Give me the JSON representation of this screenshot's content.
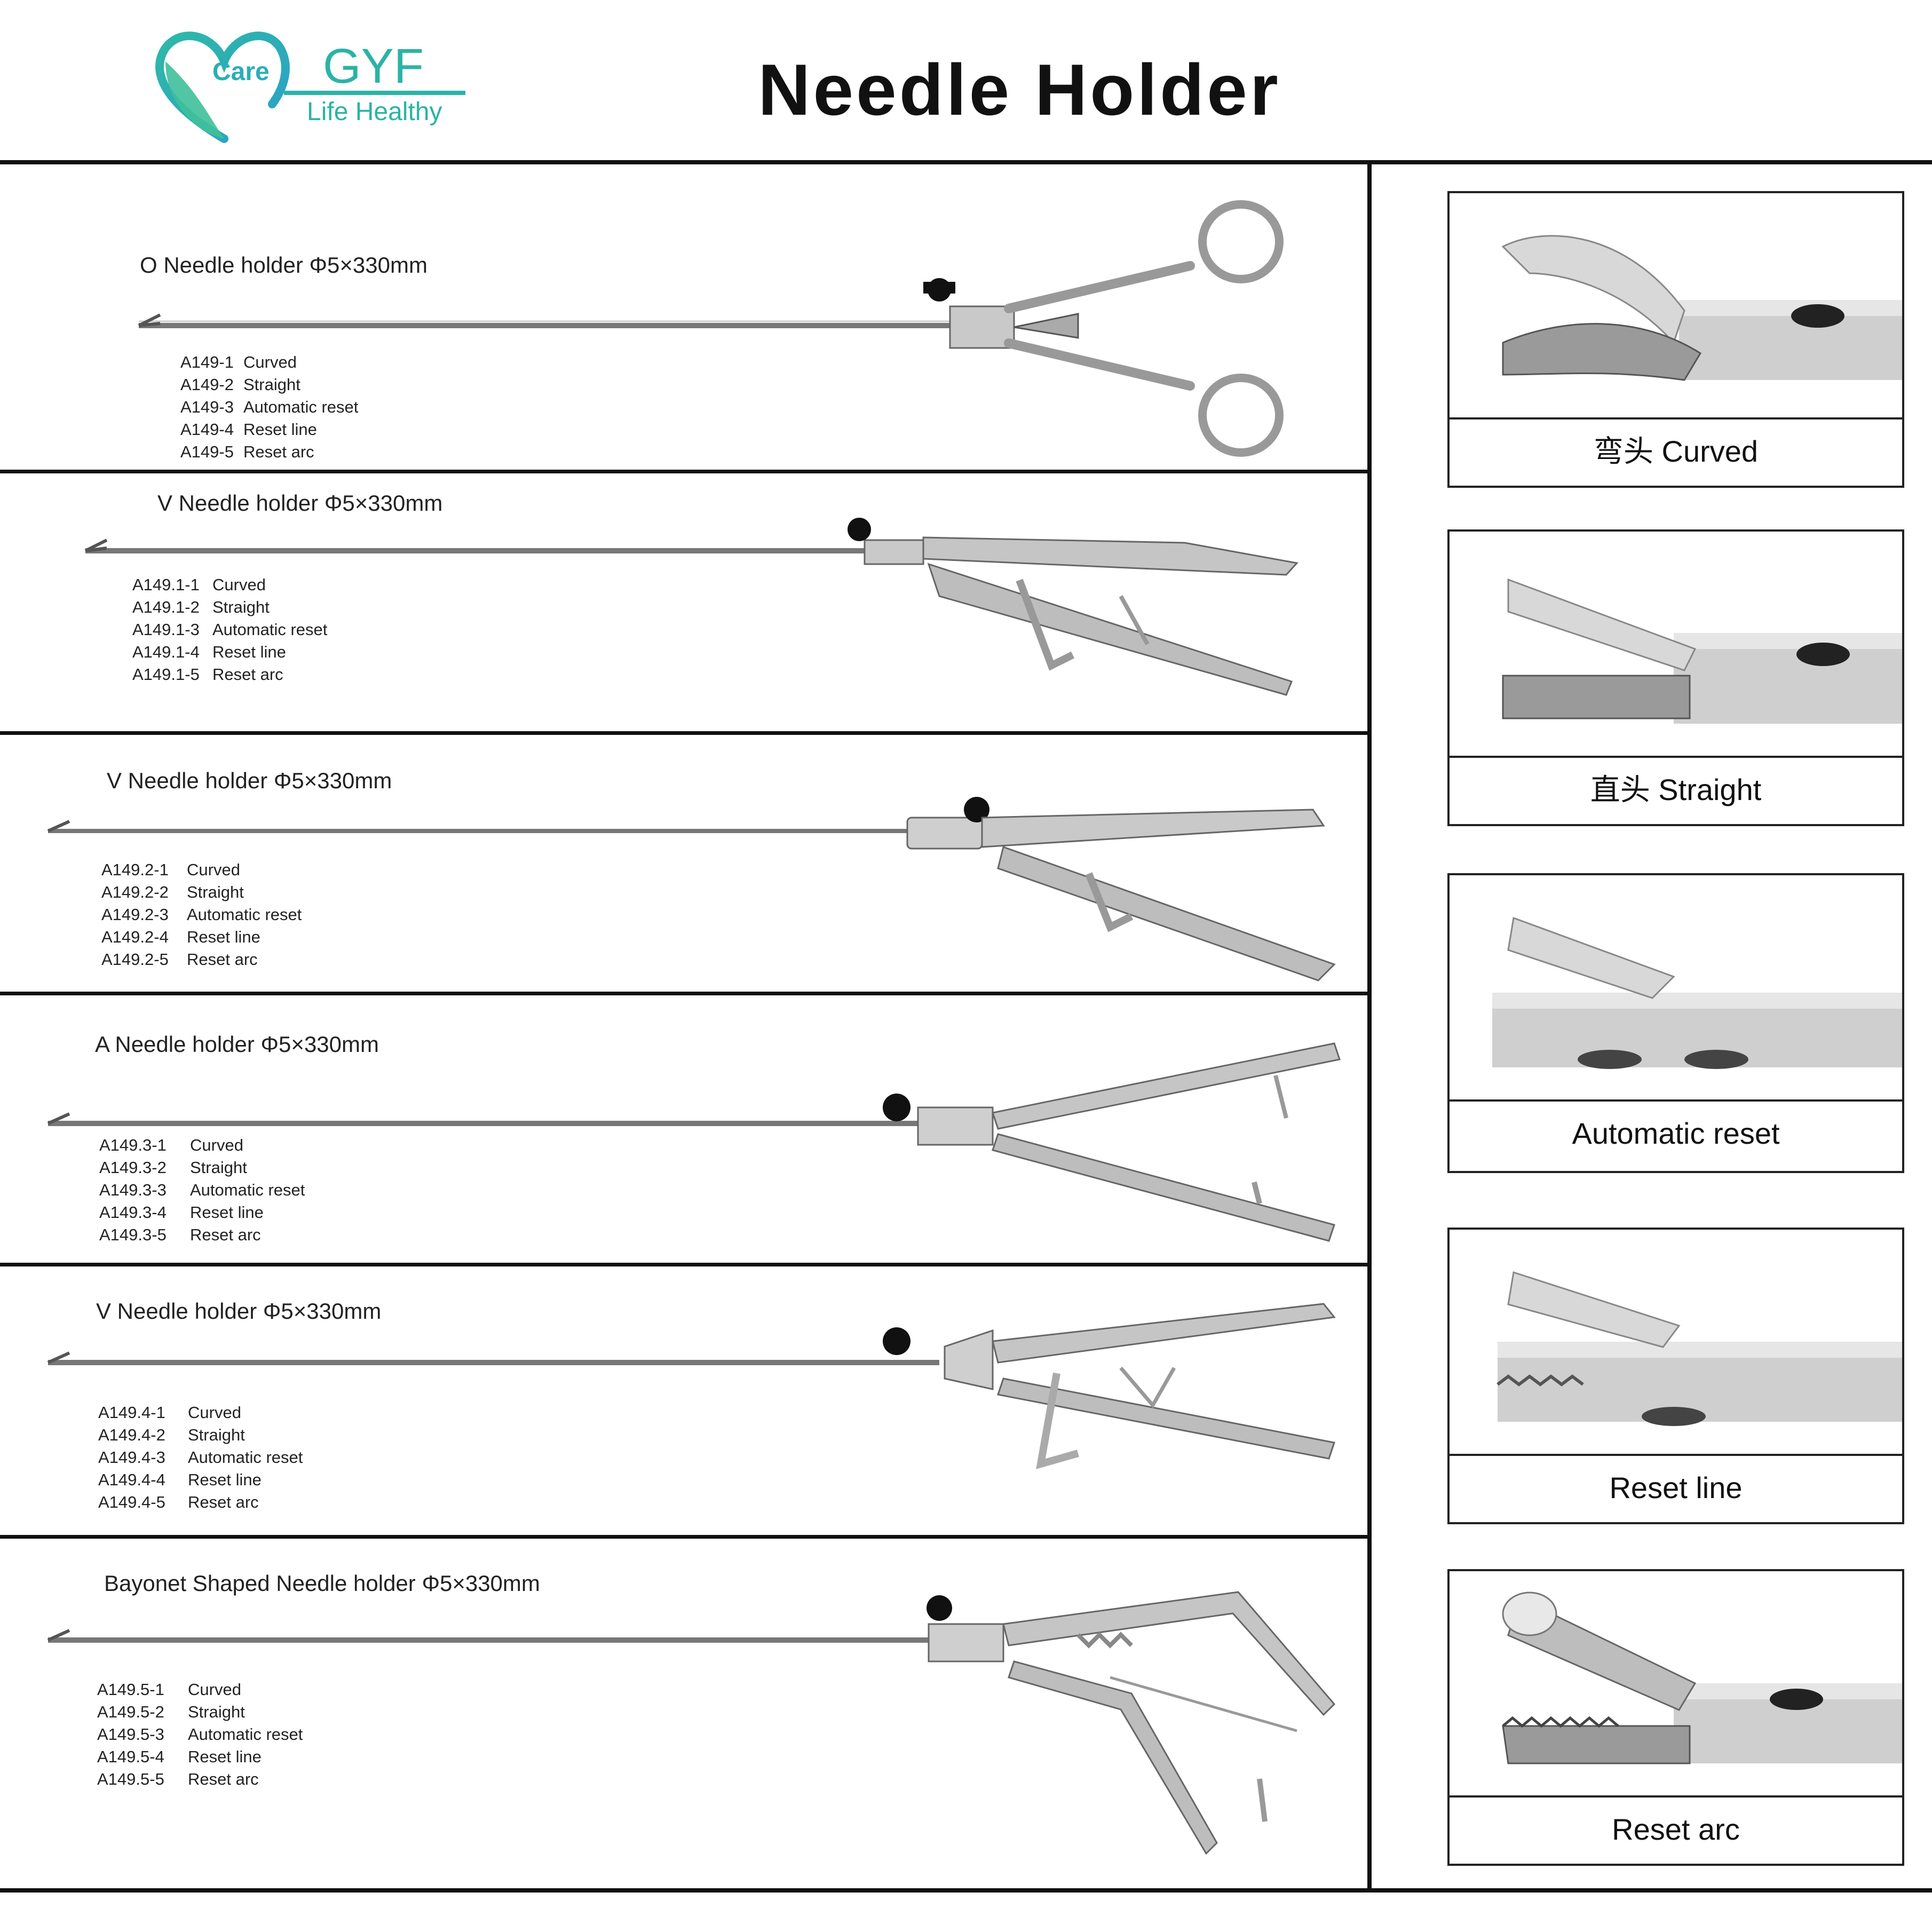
{
  "brand": {
    "care": "Care",
    "name": "GYF",
    "tagline": "Life Healthy",
    "color_primary": "#2bb3a6",
    "color_secondary": "#46c89a"
  },
  "title": "Needle Holder",
  "sections": [
    {
      "title": "O Needle holder  Φ5×330mm",
      "items": [
        {
          "code": "A149-1",
          "label": "Curved"
        },
        {
          "code": "A149-2",
          "label": "Straight"
        },
        {
          "code": "A149-3",
          "label": "Automatic reset"
        },
        {
          "code": "A149-4",
          "label": "Reset line"
        },
        {
          "code": "A149-5",
          "label": "Reset arc"
        }
      ]
    },
    {
      "title": "V Needle holder  Φ5×330mm",
      "items": [
        {
          "code": "A149.1-1",
          "label": "Curved"
        },
        {
          "code": "A149.1-2",
          "label": "Straight"
        },
        {
          "code": "A149.1-3",
          "label": "Automatic reset"
        },
        {
          "code": "A149.1-4",
          "label": "Reset line"
        },
        {
          "code": "A149.1-5",
          "label": "Reset arc"
        }
      ]
    },
    {
      "title": "V Needle holder  Φ5×330mm",
      "items": [
        {
          "code": "A149.2-1",
          "label": "Curved"
        },
        {
          "code": "A149.2-2",
          "label": "Straight"
        },
        {
          "code": "A149.2-3",
          "label": "Automatic reset"
        },
        {
          "code": "A149.2-4",
          "label": "Reset line"
        },
        {
          "code": "A149.2-5",
          "label": "Reset arc"
        }
      ]
    },
    {
      "title": "A Needle holder  Φ5×330mm",
      "items": [
        {
          "code": "A149.3-1",
          "label": "Curved"
        },
        {
          "code": "A149.3-2",
          "label": "Straight"
        },
        {
          "code": "A149.3-3",
          "label": "Automatic reset"
        },
        {
          "code": "A149.3-4",
          "label": "Reset line"
        },
        {
          "code": "A149.3-5",
          "label": "Reset arc"
        }
      ]
    },
    {
      "title": "V Needle holder  Φ5×330mm",
      "items": [
        {
          "code": "A149.4-1",
          "label": "Curved"
        },
        {
          "code": "A149.4-2",
          "label": "Straight"
        },
        {
          "code": "A149.4-3",
          "label": "Automatic reset"
        },
        {
          "code": "A149.4-4",
          "label": "Reset line"
        },
        {
          "code": "A149.4-5",
          "label": "Reset arc"
        }
      ]
    },
    {
      "title": "Bayonet Shaped Needle holder  Φ5×330mm",
      "items": [
        {
          "code": "A149.5-1",
          "label": "Curved"
        },
        {
          "code": "A149.5-2",
          "label": "Straight"
        },
        {
          "code": "A149.5-3",
          "label": "Automatic reset"
        },
        {
          "code": "A149.5-4",
          "label": "Reset line"
        },
        {
          "code": "A149.5-5",
          "label": "Reset arc"
        }
      ]
    }
  ],
  "tips": [
    {
      "caption": "弯头 Curved"
    },
    {
      "caption": "直头 Straight"
    },
    {
      "caption": "Automatic reset"
    },
    {
      "caption": "Reset line"
    },
    {
      "caption": "Reset arc"
    }
  ]
}
